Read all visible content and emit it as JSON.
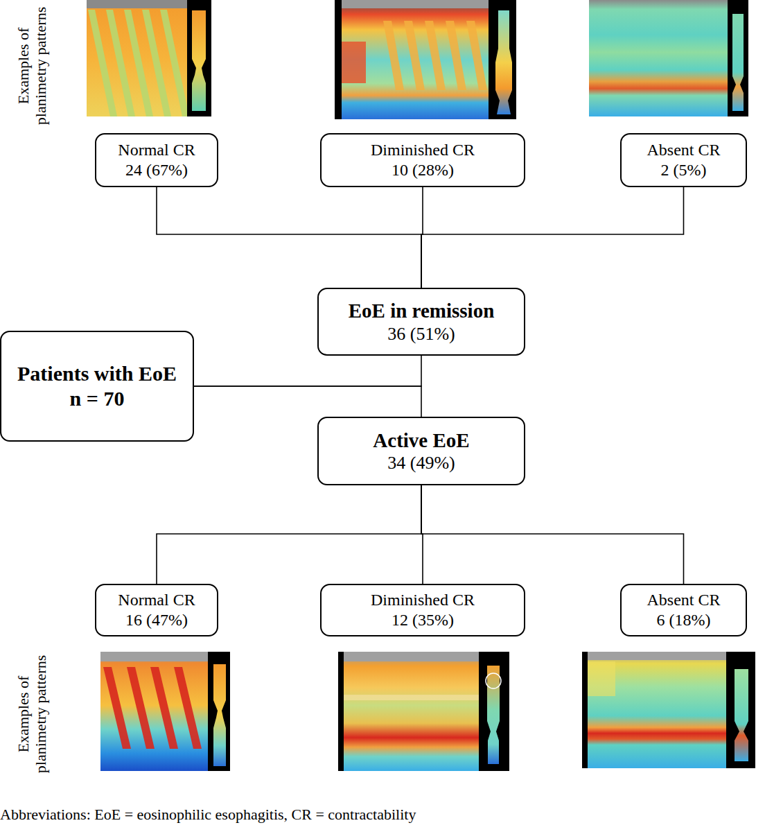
{
  "diagram": {
    "caption": "Abbreviations: EoE = eosinophilic esophagitis, CR = contractability",
    "nodes": [
      {
        "text": [
          "Normal CR",
          "24 (67%)"
        ]
      },
      {
        "text": [
          "Diminished CR",
          "10 (28%)"
        ]
      },
      {
        "text": [
          "Absent CR",
          "2 (5%)"
        ]
      },
      {
        "text": [
          "EoE in remission",
          "36 (51%)"
        ]
      },
      {
        "text": [
          "Patients with EoE",
          "n = 70"
        ]
      },
      {
        "text": [
          "Active EoE",
          "34 (49%)"
        ]
      },
      {
        "text": [
          "Normal CR",
          "16 (47%)"
        ]
      },
      {
        "text": [
          "Diminished CR",
          "12 (35%)"
        ]
      },
      {
        "text": [
          "Absent CR",
          "6 (18%)"
        ]
      }
    ],
    "edges": [
      {
        "from": 3,
        "to": 0,
        "arrow": "none"
      },
      {
        "from": 3,
        "to": 1,
        "arrow": "none"
      },
      {
        "from": 3,
        "to": 2,
        "arrow": "none"
      },
      {
        "from": 4,
        "to": 3,
        "arrow": "none"
      },
      {
        "from": 4,
        "to": 5,
        "arrow": "none"
      },
      {
        "from": 5,
        "to": 6,
        "arrow": "none"
      },
      {
        "from": 5,
        "to": 7,
        "arrow": "none"
      },
      {
        "from": 5,
        "to": 8,
        "arrow": "none"
      }
    ],
    "labels": [
      "Examples of planimetry patterns",
      "Examples of planimetry patterns"
    ]
  }
}
